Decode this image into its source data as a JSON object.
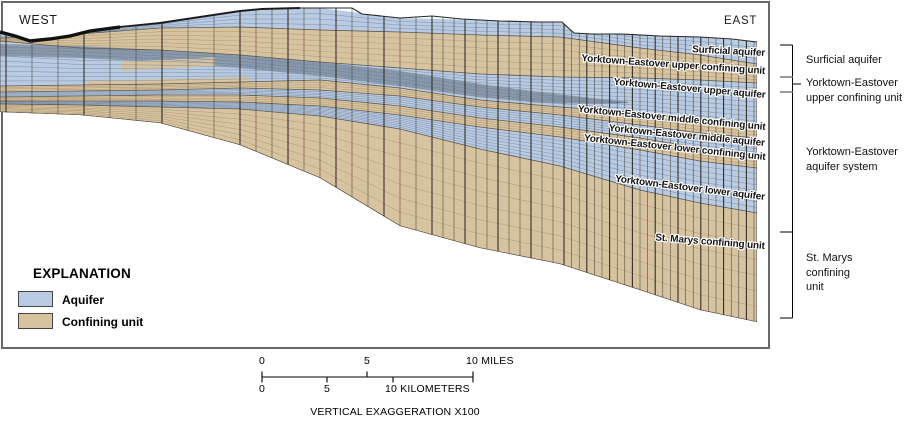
{
  "compass": {
    "west": "WEST",
    "east": "EAST"
  },
  "section_labels": [
    "Surficial aquifer",
    "Yorktown-Eastover upper confining unit",
    "Yorktown-Eastover upper aquifer",
    "Yorktown-Eastover middle confining unit",
    "Yorktown-Eastover middle aquifer",
    "Yorktown-Eastover lower confining unit",
    "Yorktown-Eastover lower aquifer",
    "St. Marys confining unit"
  ],
  "bracket_labels": [
    "Surficial aquifer",
    "Yorktown-Eastover\nupper confining unit",
    "Yorktown-Eastover\naquifer system",
    "St. Marys\nconfining\nunit"
  ],
  "legend": {
    "title": "EXPLANATION",
    "items": [
      {
        "label": "Aquifer",
        "color_key": "aquifer"
      },
      {
        "label": "Confining unit",
        "color_key": "confining"
      }
    ]
  },
  "scale_bar": {
    "miles_labels": [
      "0",
      "5",
      "10 MILES"
    ],
    "kilometer_labels": [
      "0",
      "5",
      "10 KILOMETERS"
    ],
    "note": "VERTICAL EXAGGERATION X100"
  },
  "colors": {
    "aquifer": "#b9cbe2",
    "confining": "#d8c3a0",
    "dark_band": "#8a98ac",
    "grid_line": "#47423b",
    "blue_mesh_line": "#7f92a9",
    "tan_mesh_line": "#b09a73",
    "frame": "#686868"
  }
}
